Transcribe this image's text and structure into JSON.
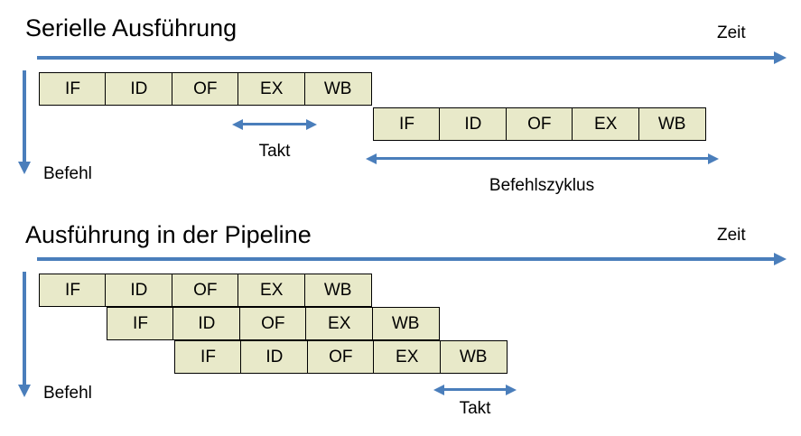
{
  "colors": {
    "accent_blue": "#4a7ebb",
    "cell_fill": "#e8e9c9",
    "outline": "#000000",
    "background": "#ffffff"
  },
  "serial": {
    "title": "Serielle Ausführung",
    "time_axis_label": "Zeit",
    "instruction_axis_label": "Befehl",
    "rows": [
      {
        "stages": [
          "IF",
          "ID",
          "OF",
          "EX",
          "WB"
        ]
      },
      {
        "stages": [
          "IF",
          "ID",
          "OF",
          "EX",
          "WB"
        ]
      }
    ],
    "clock_label": "Takt",
    "cycle_label": "Befehlszyklus"
  },
  "pipeline": {
    "title": "Ausführung in der Pipeline",
    "time_axis_label": "Zeit",
    "instruction_axis_label": "Befehl",
    "rows": [
      {
        "stages": [
          "IF",
          "ID",
          "OF",
          "EX",
          "WB"
        ]
      },
      {
        "stages": [
          "IF",
          "ID",
          "OF",
          "EX",
          "WB"
        ]
      },
      {
        "stages": [
          "IF",
          "ID",
          "OF",
          "EX",
          "WB"
        ]
      }
    ],
    "clock_label": "Takt"
  }
}
